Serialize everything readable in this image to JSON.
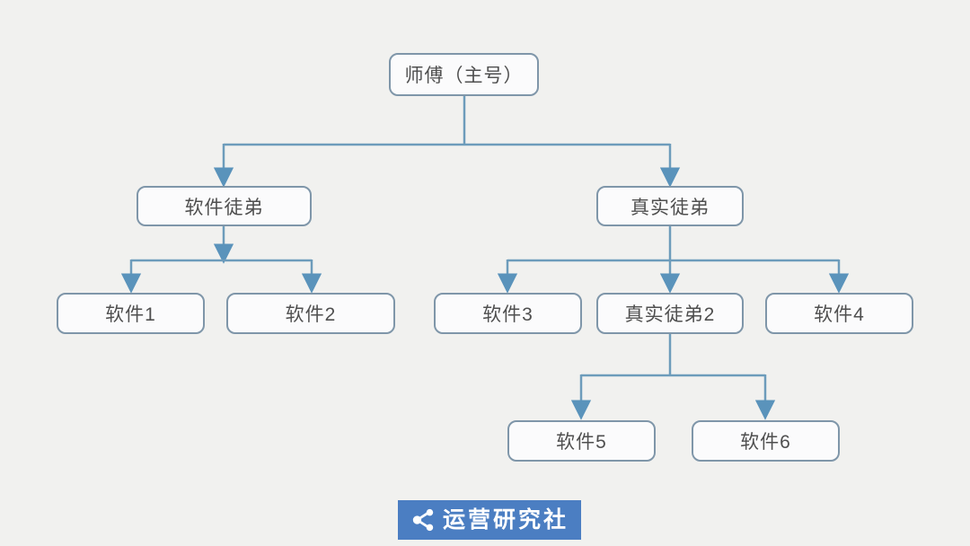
{
  "page": {
    "background_color": "#f1f1ef"
  },
  "diagram": {
    "type": "tree",
    "nodes": [
      {
        "id": "master",
        "label": "师傅（主号）",
        "level": 1
      },
      {
        "id": "software-apprentice",
        "label": "软件徒弟",
        "level": 2
      },
      {
        "id": "real-apprentice",
        "label": "真实徒弟",
        "level": 2
      },
      {
        "id": "software-1",
        "label": "软件1",
        "level": 3
      },
      {
        "id": "software-2",
        "label": "软件2",
        "level": 3
      },
      {
        "id": "software-3",
        "label": "软件3",
        "level": 3
      },
      {
        "id": "real-apprentice-2",
        "label": "真实徒弟2",
        "level": 3
      },
      {
        "id": "software-4",
        "label": "软件4",
        "level": 3
      },
      {
        "id": "software-5",
        "label": "软件5",
        "level": 4
      },
      {
        "id": "software-6",
        "label": "软件6",
        "level": 4
      }
    ],
    "edges": [
      {
        "from": "master",
        "to": "software-apprentice"
      },
      {
        "from": "master",
        "to": "real-apprentice"
      },
      {
        "from": "software-apprentice",
        "to": "software-1"
      },
      {
        "from": "software-apprentice",
        "to": "software-2"
      },
      {
        "from": "real-apprentice",
        "to": "software-3"
      },
      {
        "from": "real-apprentice",
        "to": "real-apprentice-2"
      },
      {
        "from": "real-apprentice",
        "to": "software-4"
      },
      {
        "from": "real-apprentice-2",
        "to": "software-5"
      },
      {
        "from": "real-apprentice-2",
        "to": "software-6"
      }
    ],
    "colors": {
      "node_border": "#7f96a9",
      "node_fill": "#fbfbfc",
      "connector": "#6d9cbb",
      "arrow": "#5a93bb",
      "text": "#4f4f4f"
    }
  },
  "footer": {
    "logo_text": "运营研究社",
    "logo_background": "#4b7ec2",
    "logo_icon": "share-icon"
  }
}
